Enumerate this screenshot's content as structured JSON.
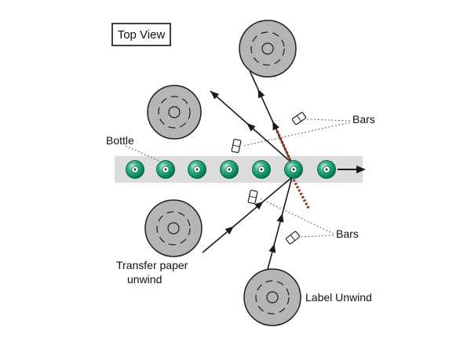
{
  "diagram": {
    "title": "Top View",
    "labels": {
      "bottle": "Bottle",
      "bars_top": "Bars",
      "bars_bottom": "Bars",
      "transfer_line1": "Transfer paper",
      "transfer_line2": "unwind",
      "label_unwind": "Label Unwind"
    },
    "colors": {
      "background": "#ffffff",
      "reel_fill": "#b5b5b5",
      "reel_stroke": "#1f1f1f",
      "conveyor_fill": "#dcdcdc",
      "bottle_light": "#eaf7f0",
      "bottle_mid": "#3bb287",
      "bottle_green": "#00875b",
      "bottle_dark": "#00593a",
      "web_red": "#8a3a24",
      "line_black": "#1a1a1a",
      "leader_gray": "#555555"
    },
    "counts": {
      "bottle_count": 7,
      "reel_count": 4,
      "bar_count": 4
    }
  }
}
